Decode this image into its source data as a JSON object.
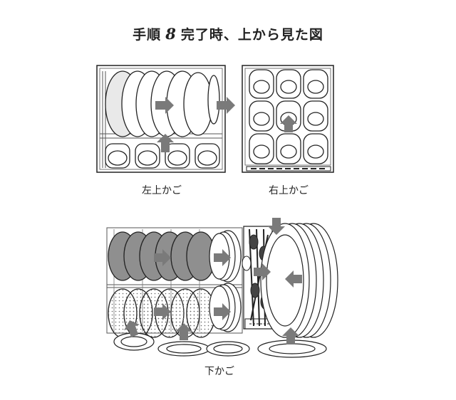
{
  "title": {
    "prefix": "手順",
    "step": "8",
    "suffix": "完了時、上から見た図"
  },
  "captions": {
    "upper_left": "左上かご",
    "upper_right": "右上かご",
    "lower": "下かご"
  },
  "colors": {
    "line": "#222222",
    "bowl_fill": "#8f8f8f",
    "arrow": "#7a7a7a",
    "rack": "#555555"
  }
}
